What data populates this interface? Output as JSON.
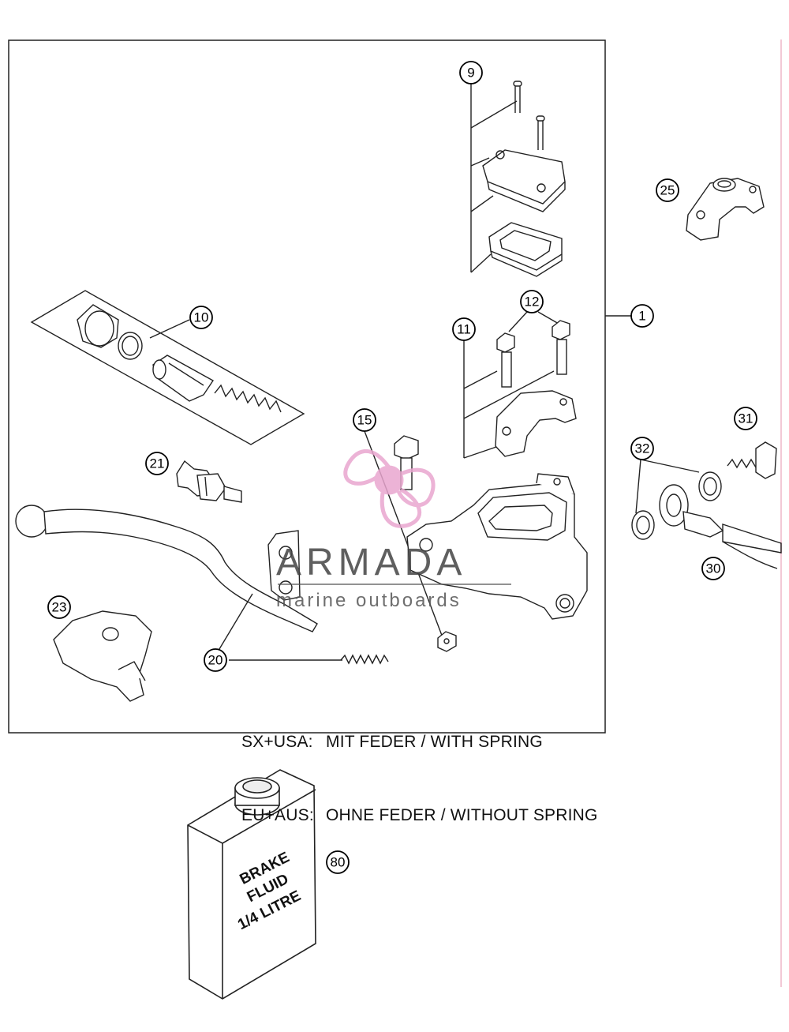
{
  "callouts": {
    "c1": "1",
    "c9": "9",
    "c10": "10",
    "c11": "11",
    "c12": "12",
    "c15": "15",
    "c20": "20",
    "c21": "21",
    "c23": "23",
    "c25": "25",
    "c30": "30",
    "c31": "31",
    "c32": "32",
    "c80": "80"
  },
  "notes": [
    {
      "key": "SX+USA:",
      "value": "MIT FEDER / WITH SPRING"
    },
    {
      "key": "EU+AUS:",
      "value": "OHNE FEDER / WITHOUT SPRING"
    }
  ],
  "bottle_label": {
    "line1": "BRAKE",
    "line2": "FLUID",
    "line3": "1/4 LITRE"
  },
  "watermark": {
    "title": "ARMADA",
    "subtitle": "marine outboards",
    "color": "#e9a6cf"
  }
}
